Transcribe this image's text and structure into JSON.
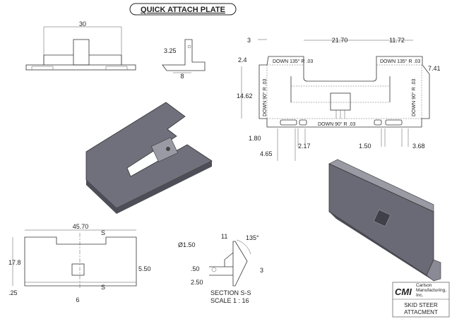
{
  "title": "QUICK ATTACH PLATE",
  "top_view": {
    "width": "30"
  },
  "side_view": {
    "height": "3.25",
    "depth": "8"
  },
  "flat_pattern": {
    "dims": {
      "left_flange": "3",
      "center_gap": "21.70",
      "right_width": "11.72",
      "top_flange": "2.4",
      "height": "14.62",
      "notch_depth": "7.41",
      "slot_offset": "1.80",
      "slot_width": "4.65",
      "hole_width": "2.17",
      "hole_gap": "1.50",
      "edge_offset": "3.68"
    },
    "bend_notes": {
      "top_left": "DOWN 135°  R .03",
      "top_right": "DOWN 135°  R .03",
      "left": "DOWN 90°  R .03",
      "right": "DOWN 90°  R .03",
      "bottom": "DOWN 90°  R .03"
    }
  },
  "front_view": {
    "width": "45.70",
    "height": "17.8",
    "section_mark_top": "S",
    "section_mark_bottom": "S",
    "hole_height": "5.50",
    "bottom_offset": ".25",
    "hole_offset": "6"
  },
  "section_view": {
    "flange": "11",
    "angle": "135°",
    "hole_dia": "Ø1.50",
    "hole_offset": ".50",
    "lip": "3",
    "thickness": "2.50",
    "label": "SECTION S-S",
    "scale": "SCALE 1 : 16"
  },
  "title_block": {
    "logo": "CMI",
    "company": "Carlson Manufacturing, Inc.",
    "line1": "SKID STEER",
    "line2": "ATTACMENT"
  },
  "colors": {
    "part_dark": "#5a5a66",
    "part_light": "#8a8a96",
    "part_face": "#70707c"
  }
}
